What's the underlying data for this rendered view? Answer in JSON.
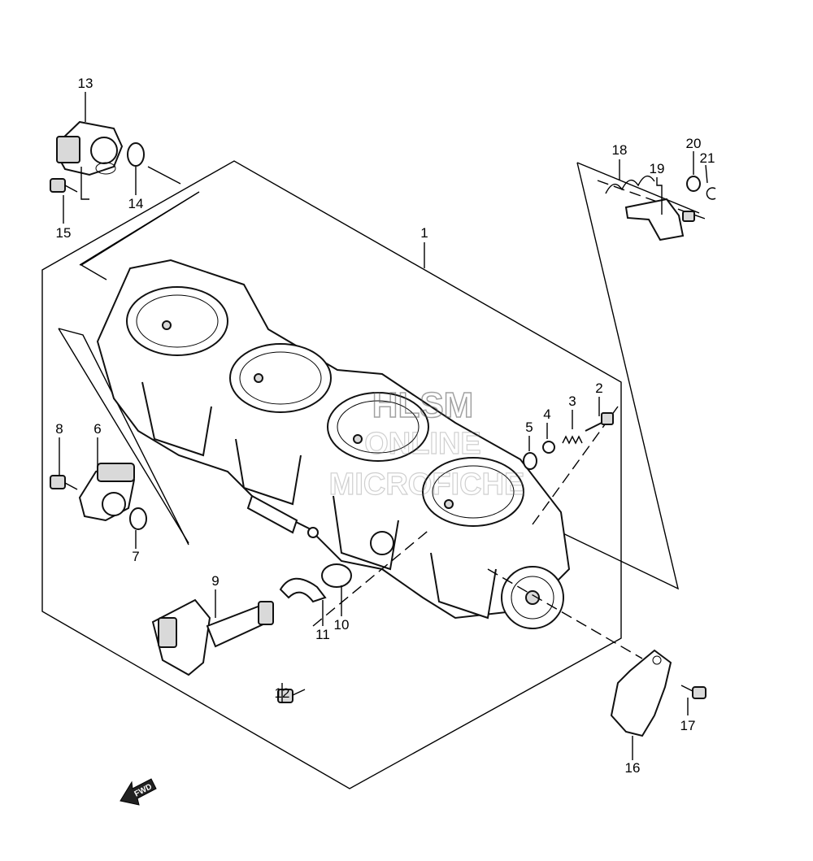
{
  "callouts": [
    {
      "id": "1",
      "text": "1"
    },
    {
      "id": "2",
      "text": "2"
    },
    {
      "id": "3",
      "text": "3"
    },
    {
      "id": "4",
      "text": "4"
    },
    {
      "id": "5",
      "text": "5"
    },
    {
      "id": "6",
      "text": "6"
    },
    {
      "id": "7",
      "text": "7"
    },
    {
      "id": "8",
      "text": "8"
    },
    {
      "id": "9",
      "text": "9"
    },
    {
      "id": "10",
      "text": "10"
    },
    {
      "id": "11",
      "text": "11"
    },
    {
      "id": "12",
      "text": "12"
    },
    {
      "id": "13",
      "text": "13"
    },
    {
      "id": "14",
      "text": "14"
    },
    {
      "id": "15",
      "text": "15"
    },
    {
      "id": "16",
      "text": "16"
    },
    {
      "id": "17",
      "text": "17"
    },
    {
      "id": "18",
      "text": "18"
    },
    {
      "id": "19",
      "text": "19"
    },
    {
      "id": "20",
      "text": "20"
    },
    {
      "id": "21",
      "text": "21"
    }
  ],
  "watermark": {
    "line1": "HLSM",
    "line2": "ONLINE",
    "line3": "MICROFICHE"
  },
  "direction_arrow": {
    "label": "FWD"
  }
}
